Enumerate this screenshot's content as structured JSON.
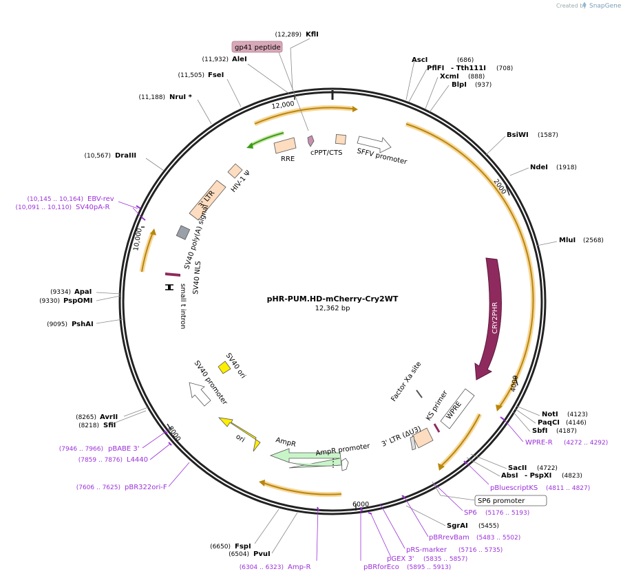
{
  "branding": {
    "created_by": "Created by",
    "app": "SnapGene"
  },
  "plasmid": {
    "name": "pHR-PUM.HD-mCherry-Cry2WT",
    "size_label": "12,362 bp",
    "length": 12362
  },
  "ticks": [
    {
      "label": "2000",
      "pos": 2000
    },
    {
      "label": "4000",
      "pos": 4000
    },
    {
      "label": "6000",
      "pos": 6000
    },
    {
      "label": "8000",
      "pos": 8000
    },
    {
      "label": "10,000",
      "pos": 10000
    },
    {
      "label": "12,000",
      "pos": 12000
    }
  ],
  "enzymes": [
    {
      "name": "KflI",
      "pos_label": "(12,289)",
      "pos": 12289,
      "side": "right"
    },
    {
      "name": "AleI",
      "pos_label": "(11,932)",
      "pos": 11932,
      "side": "left"
    },
    {
      "name": "FseI",
      "pos_label": "(11,505)",
      "pos": 11505,
      "side": "left"
    },
    {
      "name": "NruI *",
      "pos_label": "(11,188)",
      "pos": 11188,
      "side": "left"
    },
    {
      "name": "DraIII",
      "pos_label": "(10,567)",
      "pos": 10567,
      "side": "left"
    },
    {
      "name": "ApaI",
      "pos_label": "(9334)",
      "pos": 9334,
      "side": "left"
    },
    {
      "name": "PspOMI",
      "pos_label": "(9330)",
      "pos": 9330,
      "side": "left"
    },
    {
      "name": "PshAI",
      "pos_label": "(9095)",
      "pos": 9095,
      "side": "left"
    },
    {
      "name": "AvrII",
      "pos_label": "(8265)",
      "pos": 8265,
      "side": "left"
    },
    {
      "name": "SfiI",
      "pos_label": "(8218)",
      "pos": 8218,
      "side": "left"
    },
    {
      "name": "FspI",
      "pos_label": "(6650)",
      "pos": 6650,
      "side": "left"
    },
    {
      "name": "PvuI",
      "pos_label": "(6504)",
      "pos": 6504,
      "side": "left"
    },
    {
      "name": "AscI",
      "pos_label": "(686)",
      "pos": 686,
      "side": "right"
    },
    {
      "name": "PflFI",
      "pos_label": "",
      "pos": 708,
      "side": "right"
    },
    {
      "name": "- Tth111I",
      "pos_label": "(708)",
      "pos": 708,
      "side": "right"
    },
    {
      "name": "XcmI",
      "pos_label": "(888)",
      "pos": 888,
      "side": "right"
    },
    {
      "name": "BlpI",
      "pos_label": "(937)",
      "pos": 937,
      "side": "right"
    },
    {
      "name": "BsiWI",
      "pos_label": "(1587)",
      "pos": 1587,
      "side": "right"
    },
    {
      "name": "NdeI",
      "pos_label": "(1918)",
      "pos": 1918,
      "side": "right"
    },
    {
      "name": "MluI",
      "pos_label": "(2568)",
      "pos": 2568,
      "side": "right"
    },
    {
      "name": "NotI",
      "pos_label": "(4123)",
      "pos": 4123,
      "side": "right"
    },
    {
      "name": "PaqCI",
      "pos_label": "(4146)",
      "pos": 4146,
      "side": "right"
    },
    {
      "name": "SbfI",
      "pos_label": "(4187)",
      "pos": 4187,
      "side": "right"
    },
    {
      "name": "SacII",
      "pos_label": "(4722)",
      "pos": 4722,
      "side": "right"
    },
    {
      "name": "AbsI",
      "pos_label": "",
      "pos": 4823,
      "side": "right"
    },
    {
      "name": "- PspXI",
      "pos_label": "(4823)",
      "pos": 4823,
      "side": "right"
    },
    {
      "name": "SgrAI",
      "pos_label": "(5455)",
      "pos": 5455,
      "side": "right"
    }
  ],
  "primers": [
    {
      "name": "EBV-rev",
      "pos_label": "(10,145 .. 10,164)"
    },
    {
      "name": "SV40pA-R",
      "pos_label": "(10,091 .. 10,110)"
    },
    {
      "name": "pBABE 3'",
      "pos_label": "(7946 .. 7966)"
    },
    {
      "name": "L4440",
      "pos_label": "(7859 .. 7876)"
    },
    {
      "name": "pBR322ori-F",
      "pos_label": "(7606 .. 7625)"
    },
    {
      "name": "Amp-R",
      "pos_label": "(6304 .. 6323)"
    },
    {
      "name": "pBRforEco",
      "pos_label": "(5895 .. 5913)"
    },
    {
      "name": "pGEX 3'",
      "pos_label": "(5835 .. 5857)"
    },
    {
      "name": "pRS-marker",
      "pos_label": "(5716 .. 5735)"
    },
    {
      "name": "pBRrevBam",
      "pos_label": "(5483 .. 5502)"
    },
    {
      "name": "SP6",
      "pos_label": "(5176 .. 5193)"
    },
    {
      "name": "pBluescriptKS",
      "pos_label": "(4811 .. 4827)"
    },
    {
      "name": "WPRE-R",
      "pos_label": "(4272 .. 4292)"
    }
  ],
  "feature_labels": {
    "gp41": "gp41 peptide",
    "sp6_promoter": "SP6 promoter",
    "rre": "RRE",
    "cppt": "cPPT/CTS",
    "sffv": "SFFV promoter",
    "hiv1": "HIV-1 Ψ",
    "ltr3": "3' LTR",
    "sv40polya": "SV40 poly(A) signal",
    "sv40nls": "SV40 NLS",
    "small_t": "small t intron",
    "cry2phr": "CRY2PHR",
    "sv40ori": "SV40 ori",
    "sv40promoter": "SV40 promoter",
    "factor_xa": "Factor Xa site",
    "ks_primer": "KS primer",
    "wpre": "WPRE",
    "ltr3_du3": "3' LTR (ΔU3)",
    "ampr_promoter": "AmpR promoter",
    "ampr": "AmpR",
    "ori": "ori"
  },
  "colors": {
    "backbone": "#222222",
    "orf_arrow": "#b8860b",
    "orf_glow": "#f7d79a",
    "cry2phr": "#8e2a5e",
    "ampr": "#c8f5c8",
    "ori": "#ffee00",
    "ltr": "#fddcbf",
    "primer": "#9b30d9",
    "green_orf": "#3d9a18",
    "gp41": "#d8a8b8"
  }
}
